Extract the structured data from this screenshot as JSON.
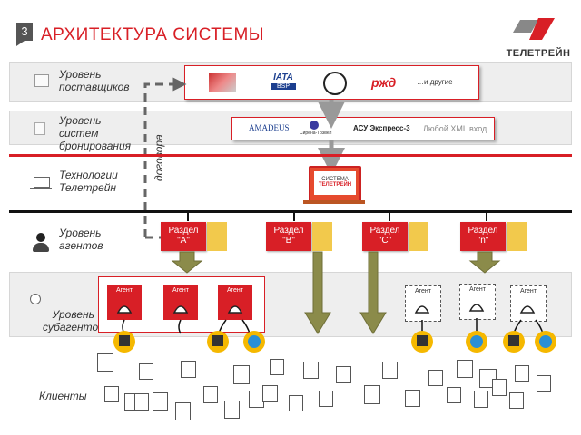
{
  "slide_number": "3",
  "title": "АРХИТЕКТУРА СИСТЕМЫ",
  "brand": {
    "name": "ТЕЛЕТРЕЙН",
    "accent": "#d81f26"
  },
  "levels": {
    "suppliers": "Уровень\nпоставщиков",
    "booking": "Уровень\nсистем\nбронирования",
    "tech": "Технологии\nТелетрейн",
    "agents": "Уровень\nагентов",
    "subagents": "Уровень\nсубагентов",
    "clients": "Клиенты"
  },
  "suppliers_box": {
    "iata": "IATA",
    "bsp": "BSP",
    "rzd": "ржд",
    "others": "…и другие"
  },
  "booking_box": {
    "amadeus": "AMADEUS",
    "sirena": "Сирена-Трэвел",
    "asu": "АСУ Экспресс-3",
    "xml": "Любой XML вход"
  },
  "contracts_label": "договора",
  "system_box": {
    "line1": "СИСТЕМА",
    "line2": "ТЕЛЕТРЕЙН"
  },
  "sections": [
    {
      "label": "Раздел\n\"A\""
    },
    {
      "label": "Раздел\n\"B\""
    },
    {
      "label": "Раздел\n\"C\""
    },
    {
      "label": "Раздел\n\"n\""
    }
  ],
  "agent_label": "Агент"
}
